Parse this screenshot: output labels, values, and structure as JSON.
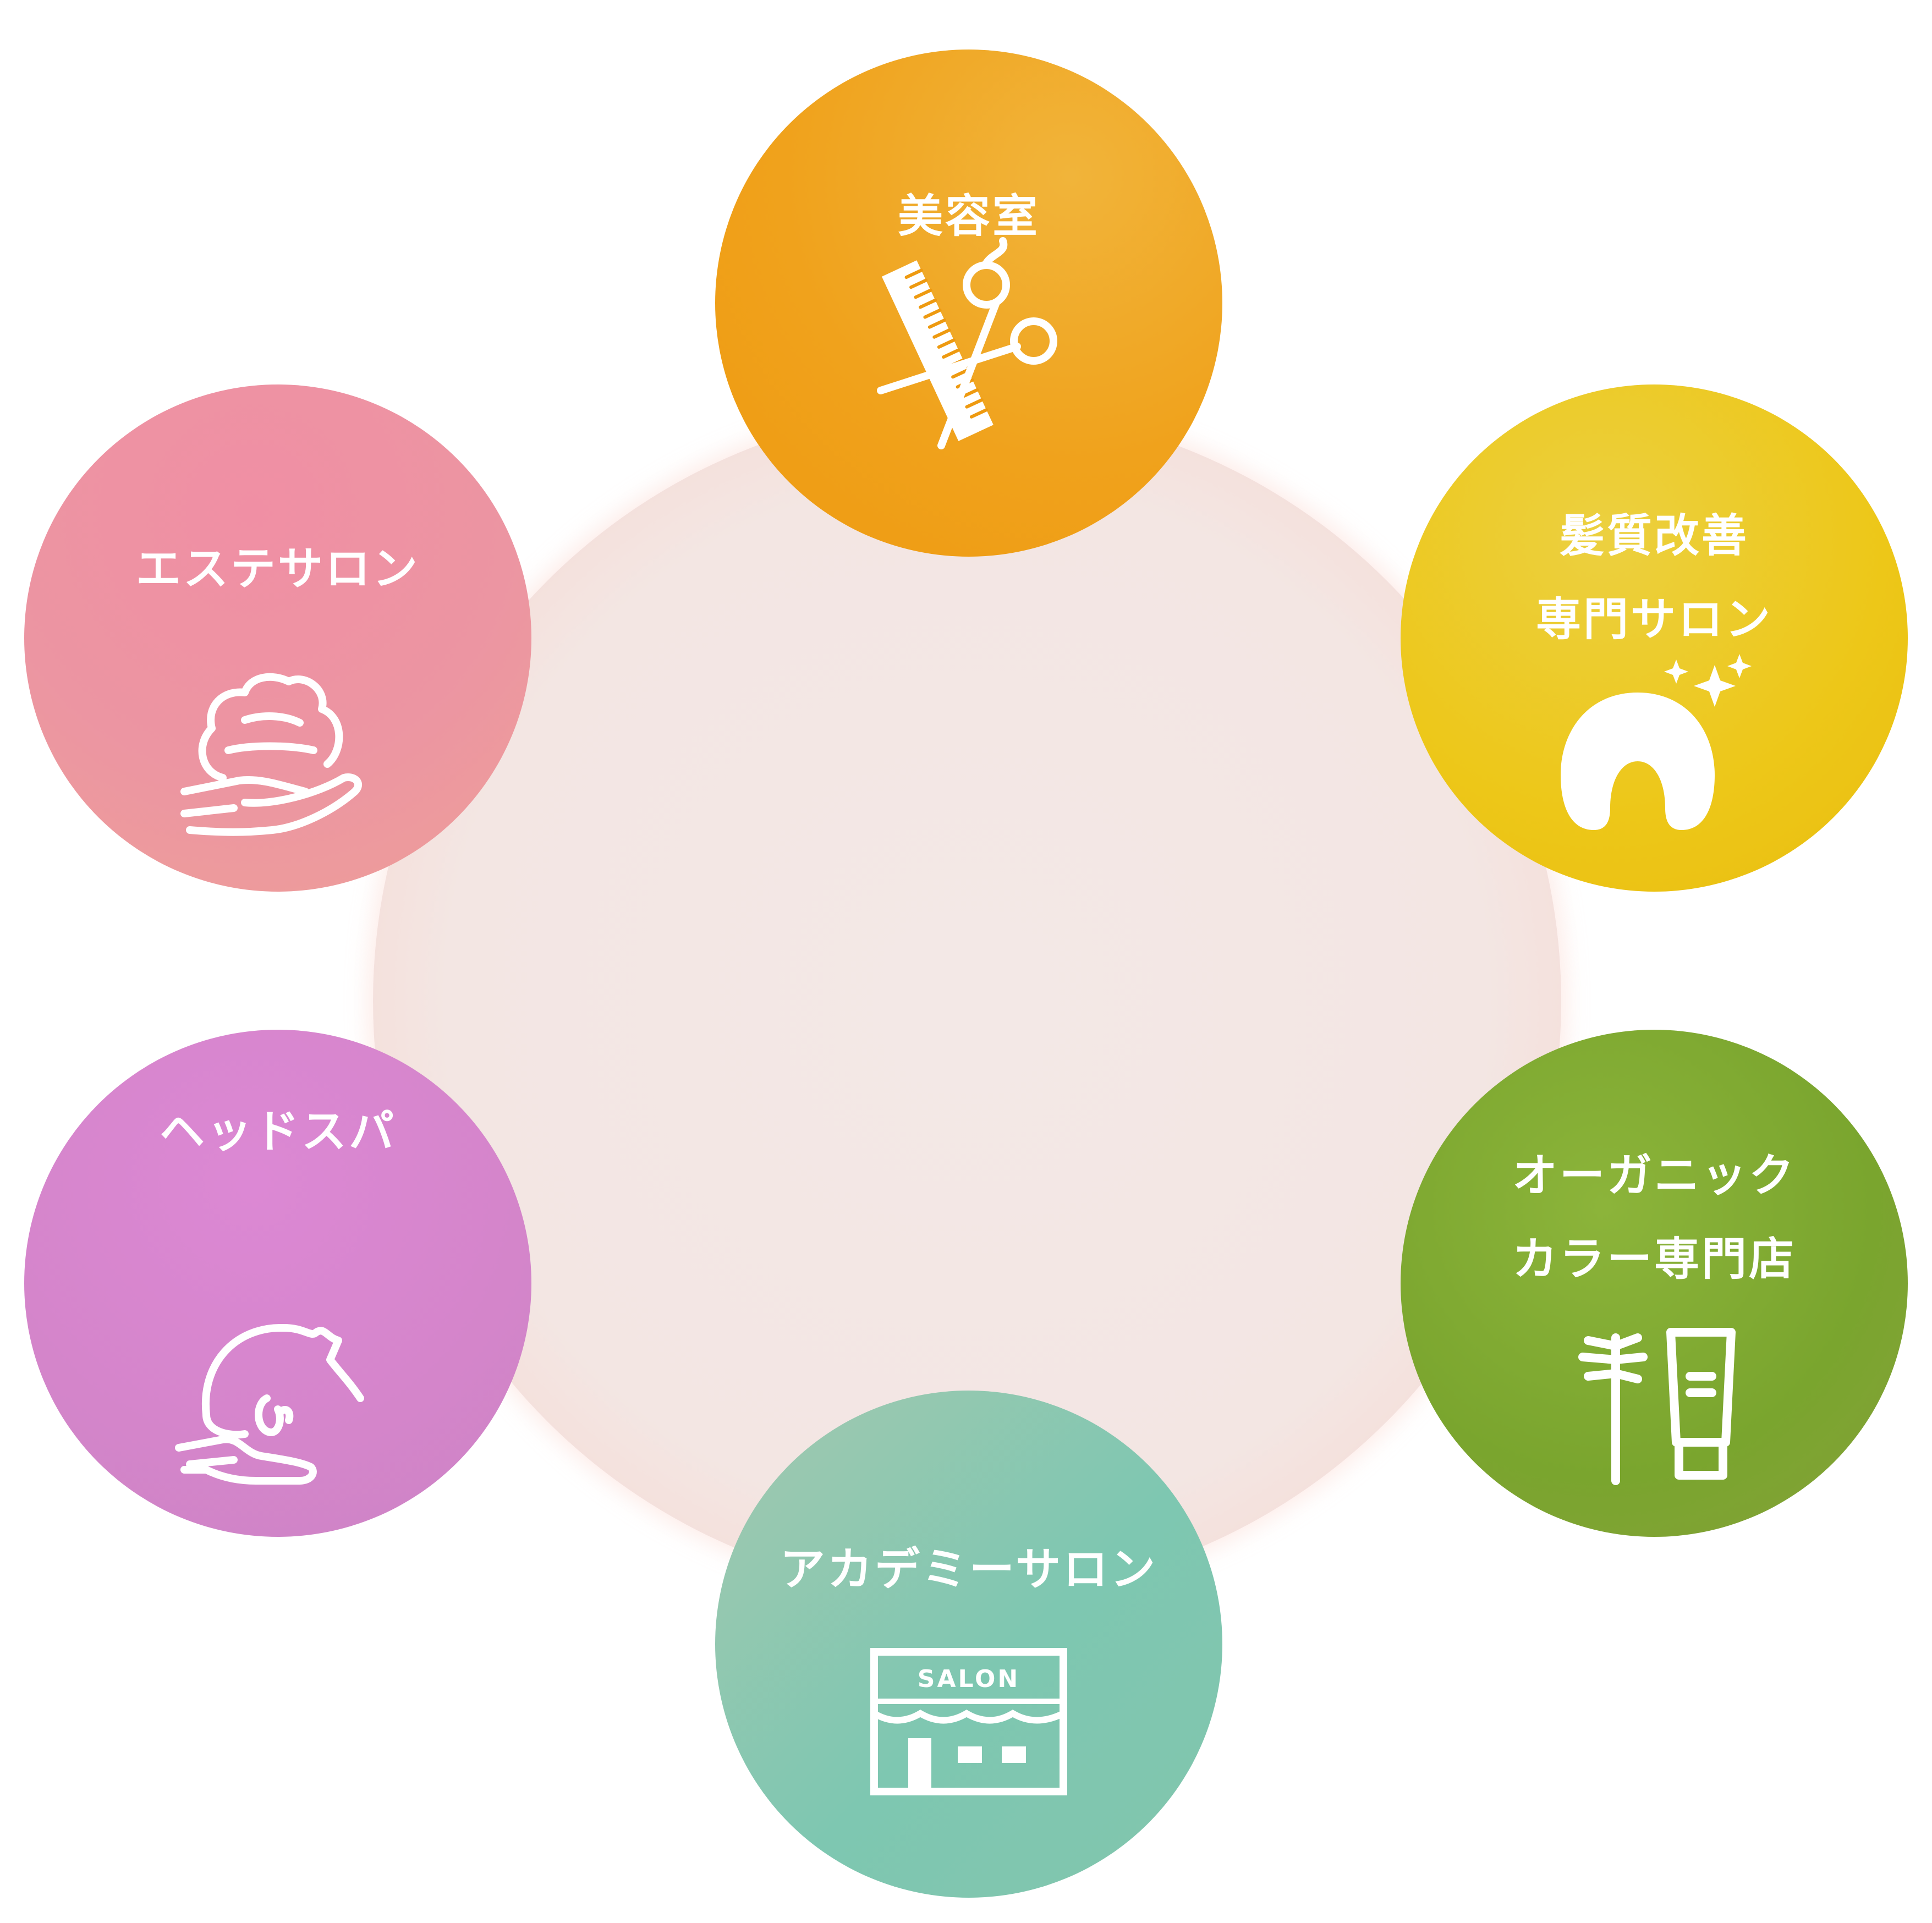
{
  "nodes": {
    "biyoushitsu": {
      "label": "美容室",
      "icon": "scissors-comb-icon",
      "color": "#f0a21c"
    },
    "hair": {
      "label": "髪質改善\n専門サロン",
      "icon": "sparkling-hair-icon",
      "color": "#edc718"
    },
    "organic": {
      "label": "オーガニック\nカラー専門店",
      "icon": "color-brush-tube-icon",
      "color": "#7aa52e"
    },
    "academy": {
      "label": "アカデミーサロン",
      "icon": "salon-storefront-icon",
      "sign": "SALON",
      "color": "#7ec7b1"
    },
    "headspa": {
      "label": "ヘッドスパ",
      "icon": "head-massage-icon",
      "color": "#d585cb"
    },
    "esthe": {
      "label": "エステサロン",
      "icon": "foam-hand-icon",
      "color": "#ec95a2"
    }
  },
  "center": {
    "color": "#f3e6e3"
  }
}
